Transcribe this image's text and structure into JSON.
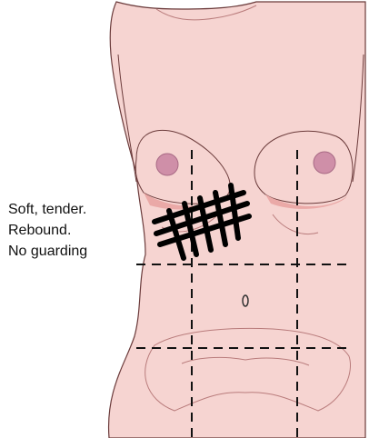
{
  "note": {
    "lines": [
      "Soft, tender.",
      "Rebound.",
      "No guarding"
    ]
  },
  "colors": {
    "skin": "#f6d4d1",
    "skin_shadow": "#eaa9a7",
    "outline": "#6b3b3b",
    "areola": "#cf8fa8",
    "quadrant_lines": "#111111",
    "hatch": "#000000"
  },
  "icons": {
    "tenderness_marker": "hatched-cross-marker"
  }
}
